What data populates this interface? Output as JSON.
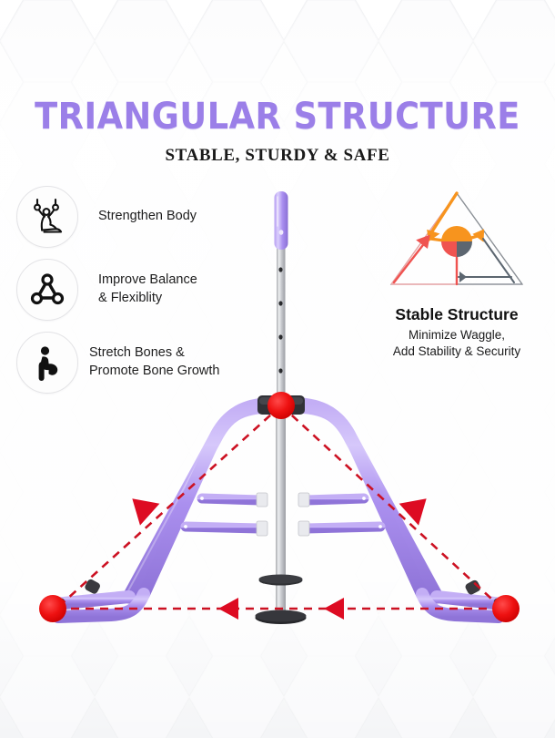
{
  "page": {
    "title": "TRIANGULAR STRUCTURE",
    "subtitle": "STABLE, STURDY & SAFE"
  },
  "colors": {
    "title_purple": "#9b7fe8",
    "frame_purple": "#a98ff0",
    "frame_purple_dark": "#8f74d8",
    "pole_silver": "#c9cace",
    "vertex_red": "#ee1111",
    "dashed_red": "#cc1122",
    "connector_dark": "#3a3a3f",
    "diagram_orange": "#f7941e",
    "diagram_salmon": "#ef5350",
    "diagram_gray": "#5c6670",
    "background": "#ffffff"
  },
  "features": [
    {
      "icon": "gymnastic-rings-icon",
      "line1": "Strengthen Body",
      "line2": ""
    },
    {
      "icon": "triangle-nodes-icon",
      "line1": "Improve Balance",
      "line2": "& Flexiblity"
    },
    {
      "icon": "stretching-person-icon",
      "line1": "Stretch Bones &",
      "line2": "Promote Bone Growth"
    }
  ],
  "stable": {
    "diagram_icon": "force-triangle-diagram",
    "title": "Stable Structure",
    "line1": "Minimize Waggle,",
    "line2": "Add Stability & Security"
  },
  "product": {
    "name": "triangular-frame-climber",
    "pole_label": "telescoping-purple-pole",
    "apex_label": "apex-clamp",
    "vertices": [
      "apex-vertex",
      "left-base-vertex",
      "right-base-vertex"
    ],
    "overlay_label": "red-dashed-triangle-overlay"
  }
}
